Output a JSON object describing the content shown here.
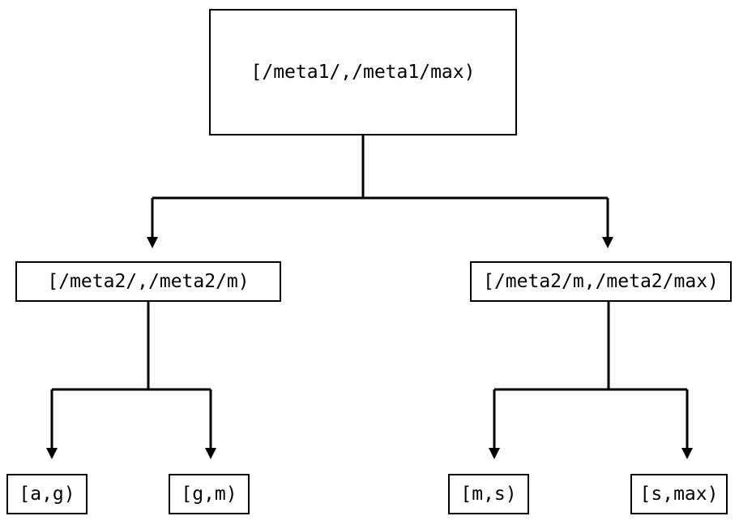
{
  "diagram": {
    "type": "tree",
    "orientation": "top-down",
    "background_color": "#ffffff",
    "line_color": "#000000",
    "text_color": "#000000",
    "nodes": {
      "root": {
        "label": "[/meta1/,/meta1/max)",
        "level": 0
      },
      "mid_left": {
        "label": "[/meta2/,/meta2/m)",
        "level": 1
      },
      "mid_right": {
        "label": "[/meta2/m,/meta2/max)",
        "level": 1
      },
      "leaf_1": {
        "label": "[a,g)",
        "level": 2
      },
      "leaf_2": {
        "label": "[g,m)",
        "level": 2
      },
      "leaf_3": {
        "label": "[m,s)",
        "level": 2
      },
      "leaf_4": {
        "label": "[s,max)",
        "level": 2
      }
    },
    "edges": [
      {
        "from": "root",
        "to": "mid_left",
        "arrow": "triangle-down"
      },
      {
        "from": "root",
        "to": "mid_right",
        "arrow": "triangle-down"
      },
      {
        "from": "mid_left",
        "to": "leaf_1",
        "arrow": "triangle-down"
      },
      {
        "from": "mid_left",
        "to": "leaf_2",
        "arrow": "triangle-down"
      },
      {
        "from": "mid_right",
        "to": "leaf_3",
        "arrow": "triangle-down"
      },
      {
        "from": "mid_right",
        "to": "leaf_4",
        "arrow": "triangle-down"
      }
    ]
  }
}
